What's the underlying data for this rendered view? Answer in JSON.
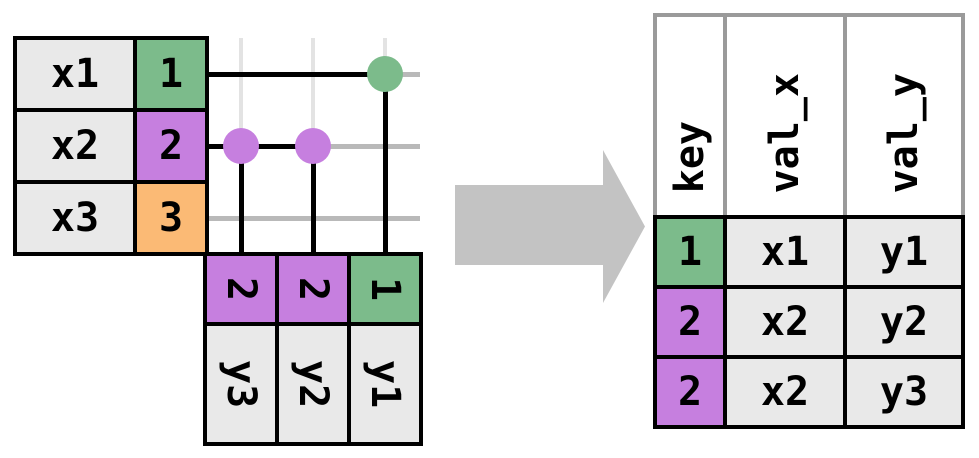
{
  "colors": {
    "green": "#7cbb8b",
    "purple": "#c67fdf",
    "orange": "#fbba75",
    "cell_gray": "#e9e9e9",
    "header_white": "#ffffff",
    "arrow_gray": "#c3c3c3",
    "grid_light": "#e3e3e3",
    "grid_mid": "#b9b9b9",
    "border_gray": "#9a9a9a",
    "black": "#000000"
  },
  "x_table": {
    "rows": [
      {
        "val": "x1",
        "key": "1",
        "key_color": "green"
      },
      {
        "val": "x2",
        "key": "2",
        "key_color": "purple"
      },
      {
        "val": "x3",
        "key": "3",
        "key_color": "orange"
      }
    ]
  },
  "y_table": {
    "columns": [
      {
        "key": "2",
        "key_color": "purple",
        "val": "y3"
      },
      {
        "key": "2",
        "key_color": "purple",
        "val": "y2"
      },
      {
        "key": "1",
        "key_color": "green",
        "val": "y1"
      }
    ]
  },
  "matches": {
    "dots": [
      {
        "key": "1",
        "color": "green"
      },
      {
        "key": "2",
        "color": "purple"
      },
      {
        "key": "2",
        "color": "purple"
      }
    ]
  },
  "result_table": {
    "headers": [
      {
        "label": "key"
      },
      {
        "label": "val_x"
      },
      {
        "label": "val_y"
      }
    ],
    "rows": [
      {
        "key": "1",
        "key_color": "green",
        "val_x": "x1",
        "val_y": "y1"
      },
      {
        "key": "2",
        "key_color": "purple",
        "val_x": "x2",
        "val_y": "y2"
      },
      {
        "key": "2",
        "key_color": "purple",
        "val_x": "x2",
        "val_y": "y3"
      }
    ]
  }
}
